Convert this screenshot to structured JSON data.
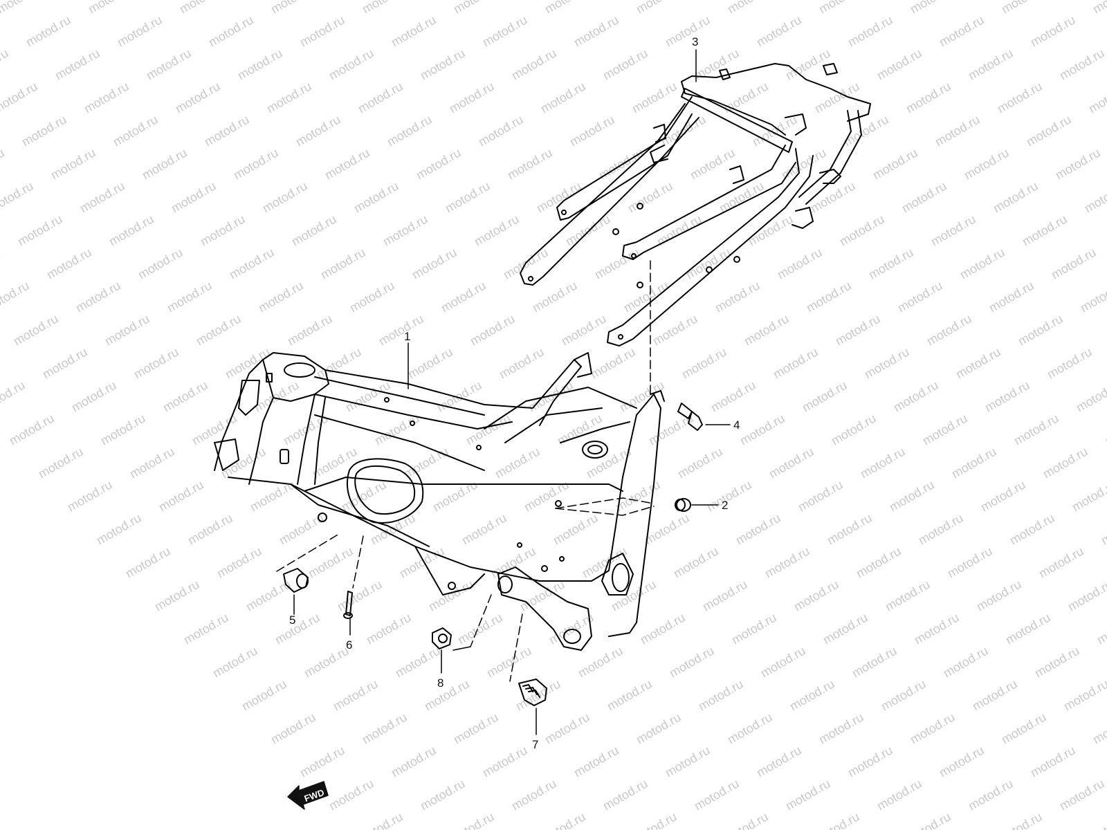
{
  "watermark": {
    "text": "motod.ru",
    "color": "#c9c9c9"
  },
  "diagram": {
    "line_color": "#000000",
    "background": "#ffffff",
    "callouts": [
      {
        "id": "1",
        "label": "1"
      },
      {
        "id": "2",
        "label": "2"
      },
      {
        "id": "3",
        "label": "3"
      },
      {
        "id": "4",
        "label": "4"
      },
      {
        "id": "5",
        "label": "5"
      },
      {
        "id": "6",
        "label": "6"
      },
      {
        "id": "7",
        "label": "7"
      },
      {
        "id": "8",
        "label": "8"
      }
    ],
    "direction_badge": {
      "text": "FWD"
    }
  }
}
